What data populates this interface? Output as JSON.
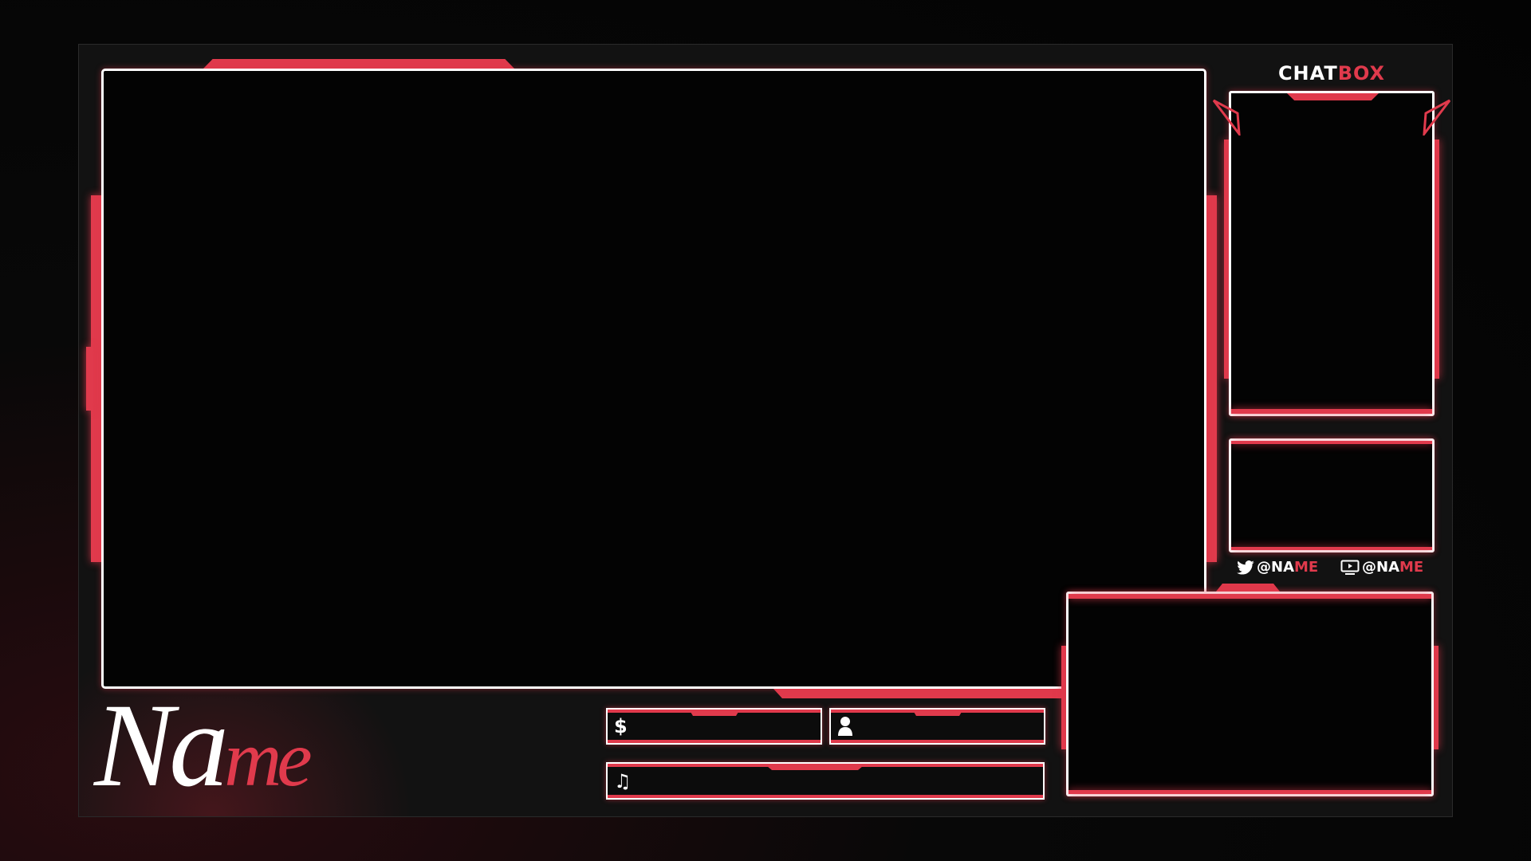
{
  "overlay": {
    "chatbox_title": {
      "part1": "CHAT",
      "part2": "BOX"
    },
    "socials": [
      {
        "icon": "twitter-icon",
        "handle_a": "@NA",
        "handle_b": "ME"
      },
      {
        "icon": "tv-icon",
        "handle_a": "@NA",
        "handle_b": "ME"
      }
    ],
    "logo": {
      "part1": "Na",
      "part2": "me"
    },
    "alerts": {
      "donation_icon": "$",
      "follower_icon": "person-icon",
      "music_icon": "♫"
    },
    "colors": {
      "accent": "#e03a4c",
      "frame": "#ffffff",
      "background": "#121212"
    }
  }
}
